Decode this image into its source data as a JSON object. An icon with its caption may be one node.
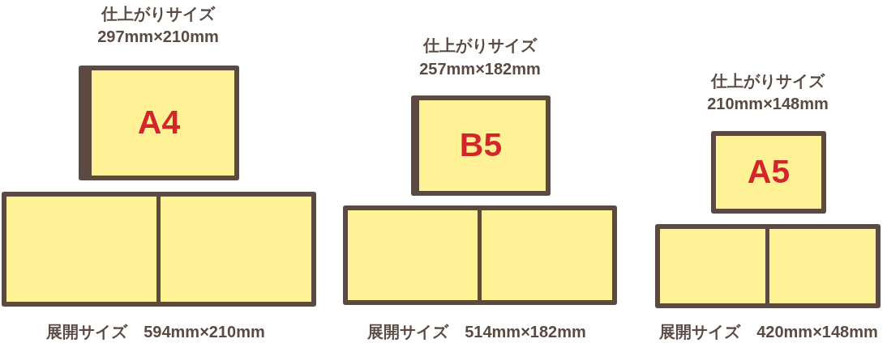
{
  "diagram": {
    "nodes": [
      {
        "text": [
          "A4"
        ],
        "beside": [
          "仕上がりサイズ",
          "297mm×210mm"
        ]
      },
      {
        "text": [],
        "shape": "box",
        "beside": [
          "展開サイズ　594mm×210mm"
        ]
      },
      {
        "text": [
          "B5"
        ],
        "beside": [
          "仕上がりサイズ",
          "257mm×182mm"
        ]
      },
      {
        "text": [],
        "shape": "box",
        "beside": [
          "展開サイズ　514mm×182mm"
        ]
      },
      {
        "text": [
          "A5"
        ],
        "beside": [
          "仕上がりサイズ",
          "210mm×148mm"
        ]
      },
      {
        "text": [],
        "shape": "box",
        "beside": [
          "展開サイズ　420mm×148mm"
        ]
      }
    ]
  }
}
